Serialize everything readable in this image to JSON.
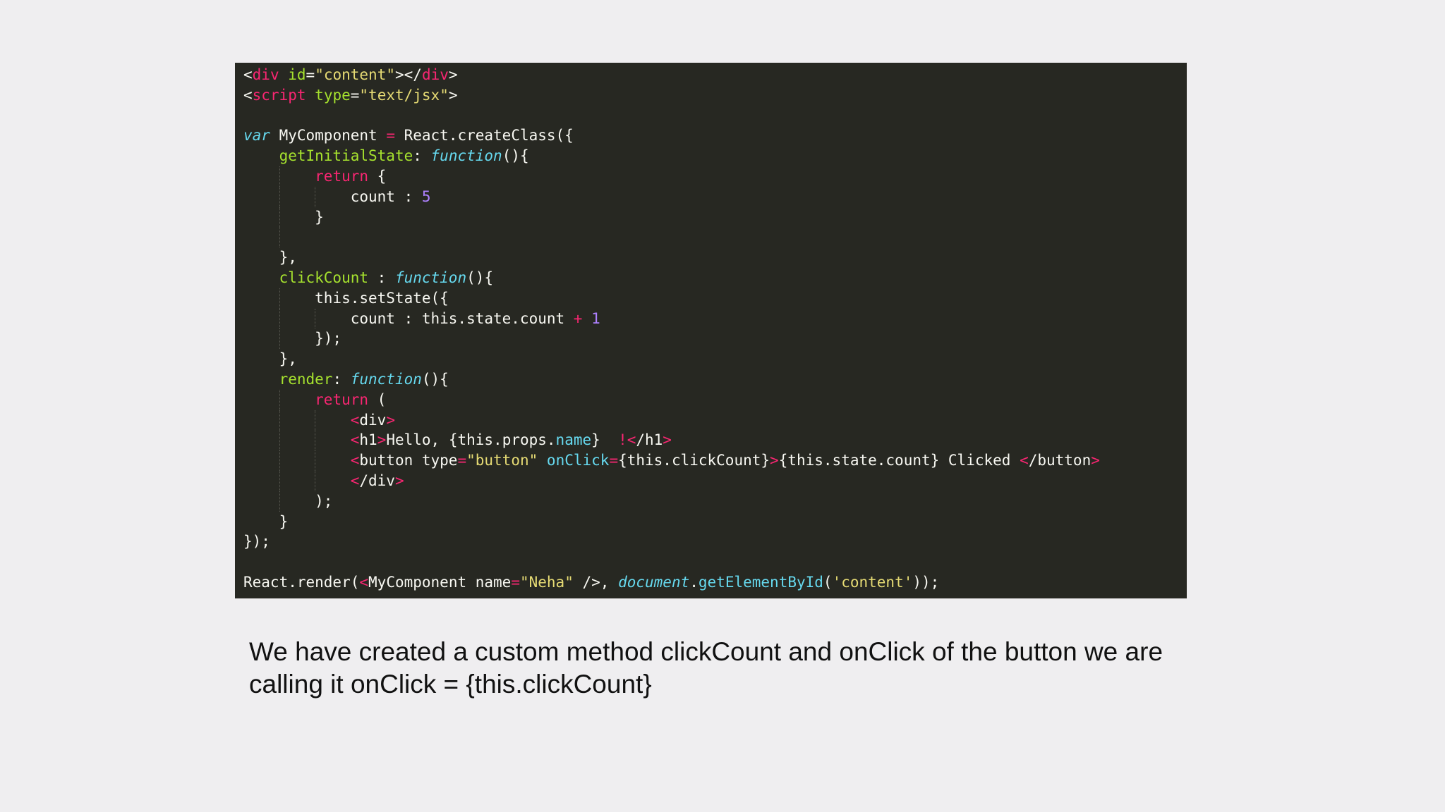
{
  "code_block": {
    "lines": [
      [
        {
          "t": "<",
          "c": "plain"
        },
        {
          "t": "div",
          "c": "tag"
        },
        {
          "t": " ",
          "c": "plain"
        },
        {
          "t": "id",
          "c": "attr"
        },
        {
          "t": "=",
          "c": "plain"
        },
        {
          "t": "\"content\"",
          "c": "str"
        },
        {
          "t": "></",
          "c": "plain"
        },
        {
          "t": "div",
          "c": "tag"
        },
        {
          "t": ">",
          "c": "plain"
        }
      ],
      [
        {
          "t": "<",
          "c": "plain"
        },
        {
          "t": "script",
          "c": "tag"
        },
        {
          "t": " ",
          "c": "plain"
        },
        {
          "t": "type",
          "c": "attr"
        },
        {
          "t": "=",
          "c": "plain"
        },
        {
          "t": "\"text/jsx\"",
          "c": "str"
        },
        {
          "t": ">",
          "c": "plain"
        }
      ],
      [],
      [
        {
          "t": "var",
          "c": "storage"
        },
        {
          "t": " MyComponent ",
          "c": "plain"
        },
        {
          "t": "=",
          "c": "op"
        },
        {
          "t": " React.createClass({",
          "c": "plain"
        }
      ],
      [
        {
          "t": "    ",
          "c": "plain"
        },
        {
          "t": "getInitialState",
          "c": "func"
        },
        {
          "t": ": ",
          "c": "plain"
        },
        {
          "t": "function",
          "c": "storage"
        },
        {
          "t": "(){",
          "c": "plain"
        }
      ],
      [
        {
          "t": "        ",
          "c": "plain"
        },
        {
          "t": "return",
          "c": "kw"
        },
        {
          "t": " {",
          "c": "plain"
        }
      ],
      [
        {
          "t": "            count : ",
          "c": "plain"
        },
        {
          "t": "5",
          "c": "num"
        }
      ],
      [
        {
          "t": "        }",
          "c": "plain"
        }
      ],
      [],
      [
        {
          "t": "    },",
          "c": "plain"
        }
      ],
      [
        {
          "t": "    ",
          "c": "plain"
        },
        {
          "t": "clickCount",
          "c": "func"
        },
        {
          "t": " : ",
          "c": "plain"
        },
        {
          "t": "function",
          "c": "storage"
        },
        {
          "t": "(){",
          "c": "plain"
        }
      ],
      [
        {
          "t": "        this.setState({",
          "c": "plain"
        }
      ],
      [
        {
          "t": "            count : this.state.count ",
          "c": "plain"
        },
        {
          "t": "+",
          "c": "op"
        },
        {
          "t": " ",
          "c": "plain"
        },
        {
          "t": "1",
          "c": "num"
        }
      ],
      [
        {
          "t": "        });",
          "c": "plain"
        }
      ],
      [
        {
          "t": "    },",
          "c": "plain"
        }
      ],
      [
        {
          "t": "    ",
          "c": "plain"
        },
        {
          "t": "render",
          "c": "func"
        },
        {
          "t": ": ",
          "c": "plain"
        },
        {
          "t": "function",
          "c": "storage"
        },
        {
          "t": "(){",
          "c": "plain"
        }
      ],
      [
        {
          "t": "        ",
          "c": "plain"
        },
        {
          "t": "return",
          "c": "kw"
        },
        {
          "t": " (",
          "c": "plain"
        }
      ],
      [
        {
          "t": "            ",
          "c": "plain"
        },
        {
          "t": "<",
          "c": "tag"
        },
        {
          "t": "div",
          "c": "plain"
        },
        {
          "t": ">",
          "c": "tag"
        }
      ],
      [
        {
          "t": "            ",
          "c": "plain"
        },
        {
          "t": "<",
          "c": "tag"
        },
        {
          "t": "h1",
          "c": "plain"
        },
        {
          "t": ">",
          "c": "tag"
        },
        {
          "t": "Hello, {this.props.",
          "c": "plain"
        },
        {
          "t": "name",
          "c": "prop"
        },
        {
          "t": "}  ",
          "c": "plain"
        },
        {
          "t": "!<",
          "c": "tag"
        },
        {
          "t": "/h1",
          "c": "plain"
        },
        {
          "t": ">",
          "c": "tag"
        }
      ],
      [
        {
          "t": "            ",
          "c": "plain"
        },
        {
          "t": "<",
          "c": "tag"
        },
        {
          "t": "button type",
          "c": "plain"
        },
        {
          "t": "=",
          "c": "op"
        },
        {
          "t": "\"button\"",
          "c": "str"
        },
        {
          "t": " ",
          "c": "plain"
        },
        {
          "t": "onClick",
          "c": "prop"
        },
        {
          "t": "=",
          "c": "op"
        },
        {
          "t": "{this.clickCount}",
          "c": "plain"
        },
        {
          "t": ">",
          "c": "tag"
        },
        {
          "t": "{this.state.count} Clicked ",
          "c": "plain"
        },
        {
          "t": "<",
          "c": "tag"
        },
        {
          "t": "/button",
          "c": "plain"
        },
        {
          "t": ">",
          "c": "tag"
        }
      ],
      [
        {
          "t": "            ",
          "c": "plain"
        },
        {
          "t": "<",
          "c": "tag"
        },
        {
          "t": "/div",
          "c": "plain"
        },
        {
          "t": ">",
          "c": "tag"
        }
      ],
      [
        {
          "t": "        );",
          "c": "plain"
        }
      ],
      [
        {
          "t": "    }",
          "c": "plain"
        }
      ],
      [
        {
          "t": "});",
          "c": "plain"
        }
      ],
      [],
      [
        {
          "t": "React.render(",
          "c": "plain"
        },
        {
          "t": "<",
          "c": "tag"
        },
        {
          "t": "MyComponent name",
          "c": "plain"
        },
        {
          "t": "=",
          "c": "op"
        },
        {
          "t": "\"Neha\"",
          "c": "str"
        },
        {
          "t": " />",
          "c": "plain"
        },
        {
          "t": ",",
          "c": "plain"
        },
        {
          "t": " ",
          "c": "plain"
        },
        {
          "t": "document",
          "c": "storage"
        },
        {
          "t": ".",
          "c": "plain"
        },
        {
          "t": "getElementById",
          "c": "prop"
        },
        {
          "t": "(",
          "c": "plain"
        },
        {
          "t": "'content'",
          "c": "str"
        },
        {
          "t": "));",
          "c": "plain"
        }
      ]
    ],
    "colors": {
      "background": "#272822",
      "plain": "#f8f8f2",
      "tag": "#f92672",
      "attr": "#a6e22e",
      "str": "#e6db74",
      "storage": "#66d9ef",
      "num": "#ae81ff"
    }
  },
  "caption": {
    "text": "We have created a custom method clickCount and onClick of the button we are calling it onClick = {this.clickCount}"
  }
}
